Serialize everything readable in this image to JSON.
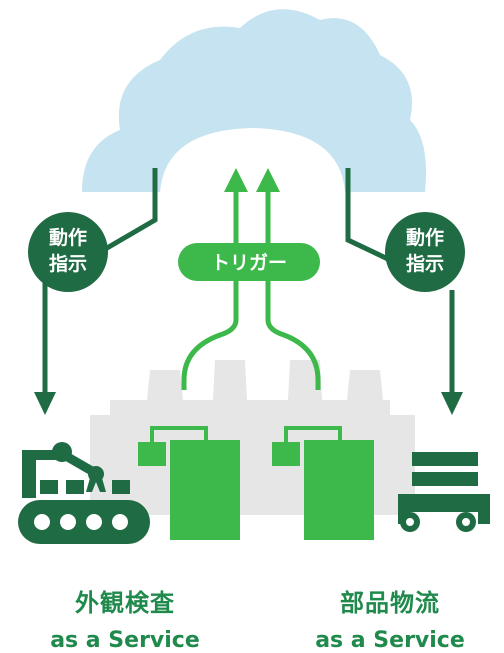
{
  "colors": {
    "cloud": "#c5e3f0",
    "dark_green": "#1f6b43",
    "bright_green": "#3cb94a",
    "caption_green": "#1f8a4c",
    "factory_gray": "#e6e6e6"
  },
  "left_badge": {
    "line1": "動作",
    "line2": "指示"
  },
  "right_badge": {
    "line1": "動作",
    "line2": "指示"
  },
  "trigger_label": "トリガー",
  "left_service": {
    "title": "外観検査",
    "subtitle": "as a Service",
    "icon": "robot-arm-conveyor-icon"
  },
  "right_service": {
    "title": "部品物流",
    "subtitle": "as a Service",
    "icon": "stacked-parts-cart-icon"
  },
  "cloud_icon": "cloud-icon",
  "device_icon": "edge-device-icon"
}
